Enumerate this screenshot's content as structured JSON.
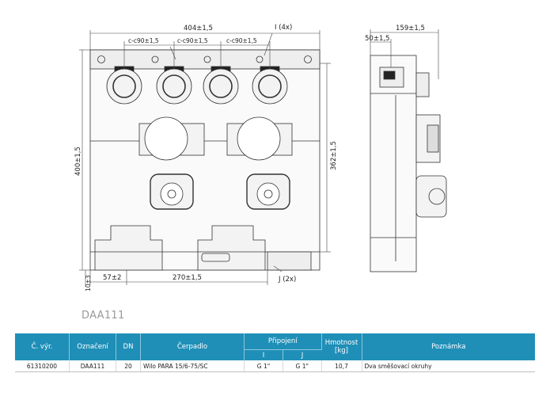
{
  "drawing": {
    "front": {
      "width_dim": "404±1,5",
      "callout_i": "I (4x)",
      "spacing_dims": [
        "c-c90±1,5",
        "c-c90±1,5",
        "c-c90±1,5"
      ],
      "height_dim": "400±1,5",
      "inner_height_dim": "362±1,5",
      "bottom_offset_dim": "10±3",
      "left_offset_dim": "57±2",
      "bottom_width_dim": "270±1,5",
      "callout_j": "J (2x)"
    },
    "side": {
      "depth_dim": "159±1,5",
      "offset_dim": "50±1,5"
    }
  },
  "caption": "DAA111",
  "table": {
    "headers": {
      "cislo": "Č. výr.",
      "oznaceni": "Označení",
      "dn": "DN",
      "cerpadlo": "Čerpadlo",
      "pripojeni": "Připojení",
      "pripojeni_i": "I",
      "pripojeni_j": "J",
      "hmotnost": "Hmotnost [kg]",
      "poznamka": "Poznámka"
    },
    "rows": [
      {
        "cislo": "61310200",
        "oznaceni": "DAA111",
        "dn": "20",
        "cerpadlo": "Wilo PARA 15/6-75/SC",
        "i": "G 1\"",
        "j": "G 1\"",
        "hmotnost": "10,7",
        "poznamka": "Dva směšovací okruhy"
      }
    ]
  }
}
